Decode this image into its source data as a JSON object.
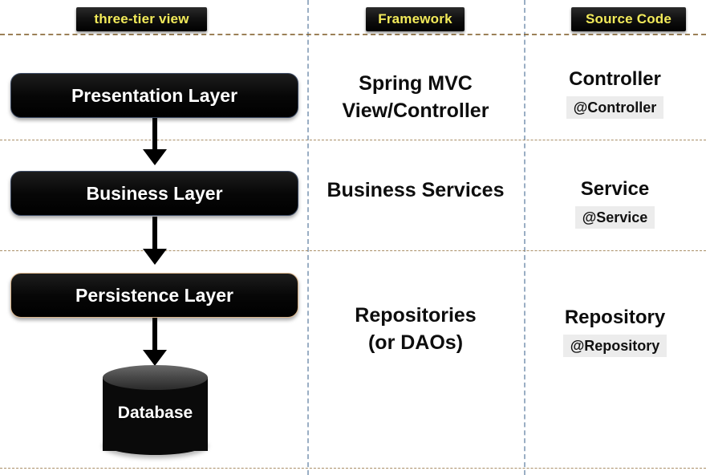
{
  "diagram": {
    "title": "three-tier view",
    "headers": [
      {
        "id": "three-tier-view",
        "label": "three-tier view"
      },
      {
        "id": "framework",
        "label": "Framework"
      },
      {
        "id": "source-code",
        "label": "Source Code"
      }
    ],
    "layers": [
      {
        "id": "presentation",
        "name": "Presentation Layer",
        "framework_lines": [
          "Spring MVC",
          "View/Controller"
        ],
        "source_title": "Controller",
        "source_annotation": "@Controller"
      },
      {
        "id": "business",
        "name": "Business Layer",
        "framework_lines": [
          "Business Services"
        ],
        "source_title": "Service",
        "source_annotation": "@Service"
      },
      {
        "id": "persistence",
        "name": "Persistence Layer",
        "framework_lines": [
          "Repositories",
          "(or DAOs)"
        ],
        "source_title": "Repository",
        "source_annotation": "@Repository"
      }
    ],
    "database": {
      "label": "Database"
    },
    "colors": {
      "badge_background": "#000000",
      "badge_text": "#f2ea5a",
      "layer_box_background": "#000000",
      "layer_box_text": "#ffffff",
      "row_divider": "#8a6a3a",
      "column_divider": "#9aaec4",
      "annotation_background": "#ececec",
      "cell_text": "#0d0d0d",
      "arrow": "#000000",
      "database_top": "#4a4a4a",
      "database_body": "#0a0a0a"
    }
  }
}
